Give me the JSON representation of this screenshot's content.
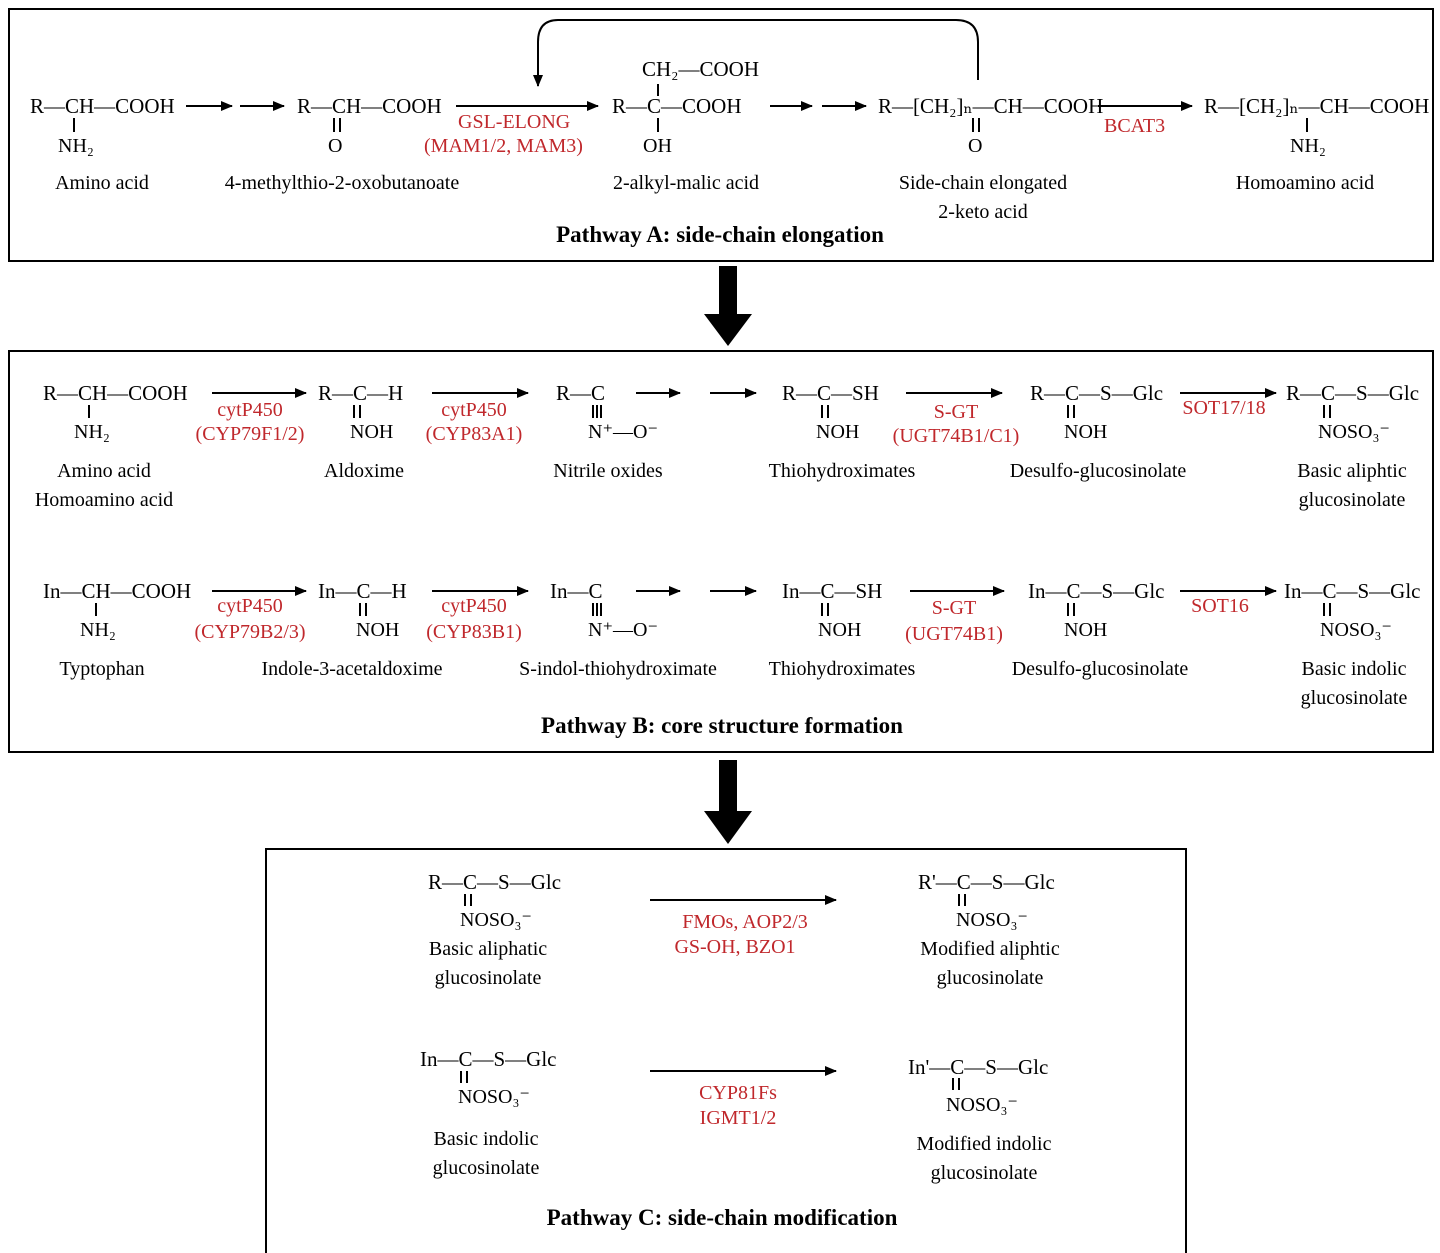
{
  "pathway_a": {
    "title": "Pathway  A: side-chain  elongation",
    "mol_amino": {
      "main": "R—CH—COOH",
      "sub": "NH₂"
    },
    "mol_oxo": {
      "main": "R—CH—COOH",
      "sub": "O"
    },
    "mol_malic": {
      "top": "CH₂—COOH",
      "main": "R—C—COOH",
      "sub": "OH"
    },
    "mol_keto": {
      "main": "R—[CH₂]ₙ—CH—COOH",
      "sub": "O"
    },
    "mol_homo": {
      "main": "R—[CH₂]ₙ—CH—COOH",
      "sub": "NH₂"
    },
    "enzyme_elong": "GSL-ELONG",
    "enzyme_elong2": "(MAM1/2, MAM3)",
    "enzyme_bcat": "BCAT3",
    "label_amino": "Amino acid",
    "label_oxo": "4-methylthio-2-oxobutanoate",
    "label_malic": "2-alkyl-malic   acid",
    "label_keto1": "Side-chain elongated",
    "label_keto2": "2-keto acid",
    "label_homo": "Homoamino  acid"
  },
  "pathway_b": {
    "title": "Pathway  B: core structure  formation",
    "row1": {
      "mol1": {
        "main": "R—CH—COOH",
        "sub": "NH₂"
      },
      "mol2": {
        "main": "R—C—H",
        "sub": "NOH"
      },
      "mol3": {
        "main": "R—C",
        "sub": "N⁺—O⁻"
      },
      "mol4": {
        "main": "R—C—SH",
        "sub": "NOH"
      },
      "mol5": {
        "main": "R—C—S—Glc",
        "sub": "NOH"
      },
      "mol6": {
        "main": "R—C—S—Glc",
        "sub": "NOSO₃⁻"
      },
      "enz1a": "cytP450",
      "enz1b": "(CYP79F1/2)",
      "enz2a": "cytP450",
      "enz2b": "(CYP83A1)",
      "enz4a": "S-GT",
      "enz4b": "(UGT74B1/C1)",
      "enz5a": "SOT17/18",
      "label1a": "Amino acid",
      "label1b": "Homoamino  acid",
      "label2": "Aldoxime",
      "label3": "Nitrile  oxides",
      "label4": "Thiohydroximates",
      "label5": "Desulfo-glucosinolate",
      "label6a": "Basic aliphtic",
      "label6b": "glucosinolate"
    },
    "row2": {
      "mol1": {
        "main": "In—CH—COOH",
        "sub": "NH₂"
      },
      "mol2": {
        "main": "In—C—H",
        "sub": "NOH"
      },
      "mol3": {
        "main": "In—C",
        "sub": "N⁺—O⁻"
      },
      "mol4": {
        "main": "In—C—SH",
        "sub": "NOH"
      },
      "mol5": {
        "main": "In—C—S—Glc",
        "sub": "NOH"
      },
      "mol6": {
        "main": "In—C—S—Glc",
        "sub": "NOSO₃⁻"
      },
      "enz1a": "cytP450",
      "enz1b": "(CYP79B2/3)",
      "enz2a": "cytP450",
      "enz2b": "(CYP83B1)",
      "enz4a": "S-GT",
      "enz4b": "(UGT74B1)",
      "enz5a": "SOT16",
      "label1": "Typtophan",
      "label2": "Indole-3-acetaldoxime",
      "label3": "S-indol-thiohydroximate",
      "label4": "Thiohydroximates",
      "label5": "Desulfo-glucosinolate",
      "label6a": "Basic indolic",
      "label6b": "glucosinolate"
    }
  },
  "pathway_c": {
    "title": "Pathway  C: side-chain  modification",
    "row1": {
      "mol1": {
        "main": "R—C—S—Glc",
        "sub": "NOSO₃⁻"
      },
      "mol2": {
        "main": "R'—C—S—Glc",
        "sub": "NOSO₃⁻"
      },
      "enz_a": "FMOs,  AOP2/3",
      "enz_b": "GS-OH,  BZO1",
      "label1a": "Basic  aliphatic",
      "label1b": "glucosinolate",
      "label2a": "Modified aliphtic",
      "label2b": "glucosinolate"
    },
    "row2": {
      "mol1": {
        "main": "In—C—S—Glc",
        "sub": "NOSO₃⁻"
      },
      "mol2": {
        "main": "In'—C—S—Glc",
        "sub": "NOSO₃⁻"
      },
      "enz_a": "CYP81Fs",
      "enz_b": "IGMT1/2",
      "label1a": "Basic indolic",
      "label1b": "glucosinolate",
      "label2a": "Modified indolic",
      "label2b": "glucosinolate"
    }
  },
  "colors": {
    "enzyme": "#c0282c",
    "line": "#000000"
  }
}
